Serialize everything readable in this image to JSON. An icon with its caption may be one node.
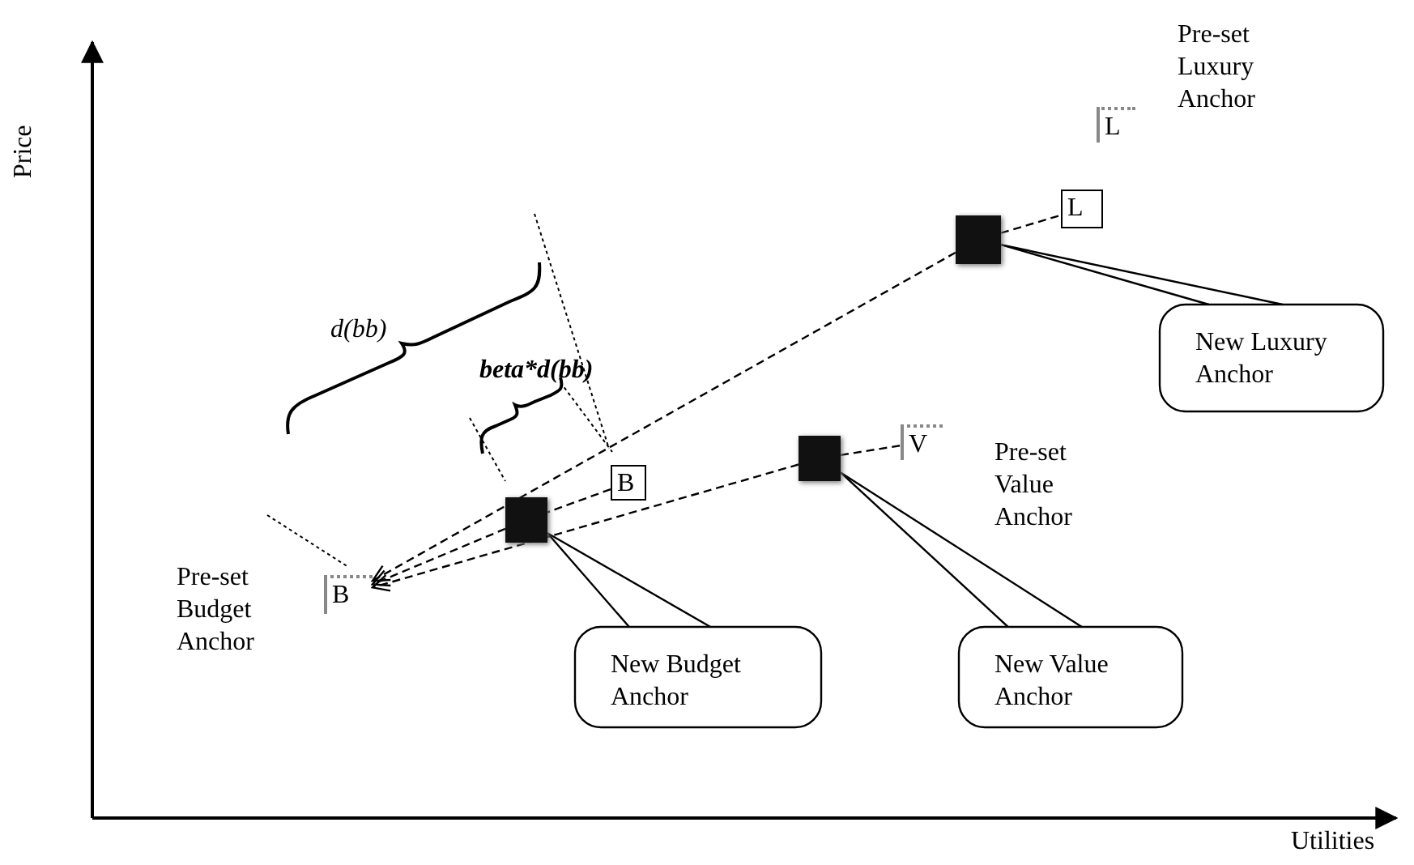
{
  "diagram": {
    "nodes": [
      {
        "text": [
          "B"
        ],
        "beside": [
          "Pre-set Budget Anchor"
        ]
      },
      {
        "text": [
          "B"
        ]
      },
      {
        "text": [],
        "shape": "box"
      },
      {
        "text": [
          "V"
        ],
        "beside": [
          "Pre-set Value Anchor"
        ]
      },
      {
        "text": [],
        "shape": "box"
      },
      {
        "text": [
          "L"
        ]
      },
      {
        "text": [
          "L"
        ],
        "beside": [
          "Pre-set Luxury Anchor"
        ]
      },
      {
        "text": [],
        "shape": "box"
      },
      {
        "text": [
          "New Budget Anchor"
        ]
      },
      {
        "text": [
          "New Value Anchor"
        ]
      },
      {
        "text": [
          "New Luxury Anchor"
        ]
      }
    ],
    "edges": [
      {
        "from": 7,
        "to": 0,
        "arrow": "to",
        "style": "dashed"
      },
      {
        "from": 4,
        "to": 0,
        "arrow": "to",
        "style": "dashed"
      },
      {
        "from": 1,
        "to": 2,
        "arrow": "none",
        "style": "dashed"
      },
      {
        "from": 2,
        "to": 0,
        "arrow": "to",
        "style": "dashed"
      },
      {
        "from": 7,
        "to": 5,
        "arrow": "none",
        "style": "dashed"
      },
      {
        "from": 4,
        "to": 3,
        "arrow": "none",
        "style": "dashed"
      },
      {
        "from": 8,
        "to": 2,
        "arrow": "none"
      },
      {
        "from": 9,
        "to": 4,
        "arrow": "none"
      },
      {
        "from": 10,
        "to": 7,
        "arrow": "none"
      }
    ],
    "labels": [
      "Price",
      "d(bb)",
      "beta*d(bb)",
      "Utilities"
    ]
  }
}
